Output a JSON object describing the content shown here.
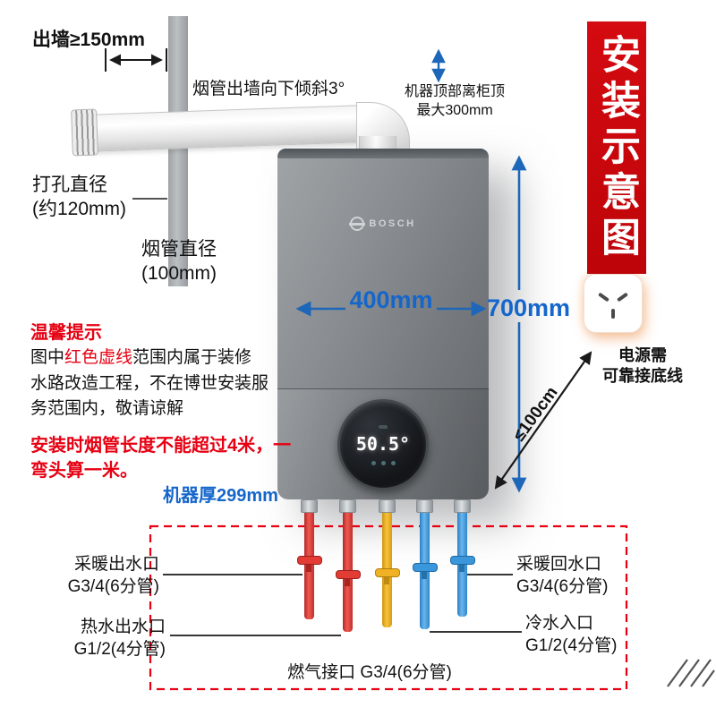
{
  "banner": {
    "title": "安装示意图"
  },
  "measurements": {
    "wall_clearance": "出墙≥150mm",
    "flue_tilt": "烟管出墙向下倾斜3°",
    "hole_diameter": "打孔直径",
    "hole_diameter_value": "(约120mm)",
    "flue_diameter": "烟管直径",
    "flue_diameter_value": "(100mm)",
    "cabinet_gap_line1": "机器顶部离柜顶",
    "cabinet_gap_line2": "最大300mm",
    "machine_width": "400mm",
    "machine_height": "700mm",
    "machine_depth": "机器厚299mm",
    "power_cord_distance": "≤100cm"
  },
  "power_outlet": {
    "caption_line1": "电源需",
    "caption_line2": "可靠接底线"
  },
  "tips": {
    "title": "温馨提示",
    "body_prefix": "图中",
    "body_highlight": "红色虚线",
    "body_rest": "范围内属于装修水路改造工程，不在博世安装服务范围内，敬请谅解",
    "warning": "安装时烟管长度不能超过4米，一弯头算一米。"
  },
  "boiler": {
    "brand": "BOSCH",
    "display_temp": "50.5°"
  },
  "ports": {
    "heating_out": {
      "name": "采暖出水口",
      "spec": "G3/4(6分管)"
    },
    "hot_water_out": {
      "name": "热水出水口",
      "spec": "G1/2(4分管)"
    },
    "gas": {
      "name": "燃气接口 G3/4(6分管)"
    },
    "cold_water_in": {
      "name": "冷水入口",
      "spec": "G1/2(4分管)"
    },
    "heating_return": {
      "name": "采暖回水口",
      "spec": "G3/4(6分管)"
    }
  },
  "colors": {
    "measure_blue": "#1d66b8",
    "banner_red": "#c9070c",
    "warning_red": "#e60012",
    "pipe_red": "#e03a36",
    "pipe_yellow": "#f2b322",
    "pipe_blue": "#3e9ade"
  }
}
